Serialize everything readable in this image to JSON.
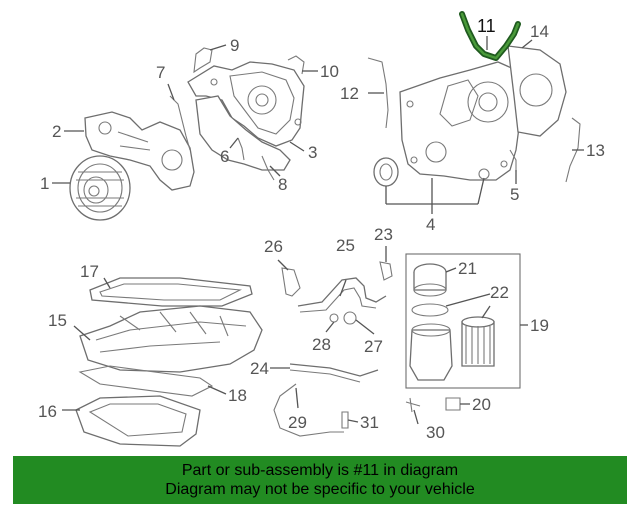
{
  "diagram": {
    "callouts": {
      "c1": "1",
      "c2": "2",
      "c3": "3",
      "c4": "4",
      "c5": "5",
      "c6": "6",
      "c7": "7",
      "c8": "8",
      "c9": "9",
      "c10": "10",
      "c11": "11",
      "c12": "12",
      "c13": "13",
      "c14": "14",
      "c15": "15",
      "c16": "16",
      "c17": "17",
      "c18": "18",
      "c19": "19",
      "c20": "20",
      "c21": "21",
      "c22": "22",
      "c23": "23",
      "c24": "24",
      "c25": "25",
      "c26": "26",
      "c27": "27",
      "c28": "28",
      "c29": "29",
      "c30": "30",
      "c31": "31"
    },
    "highlighted_part": "11",
    "highlight_color": "#228b22"
  },
  "banner": {
    "line1": "Part or sub-assembly is #11 in diagram",
    "line2": "Diagram may not be specific to your vehicle",
    "background": "#228b22"
  }
}
